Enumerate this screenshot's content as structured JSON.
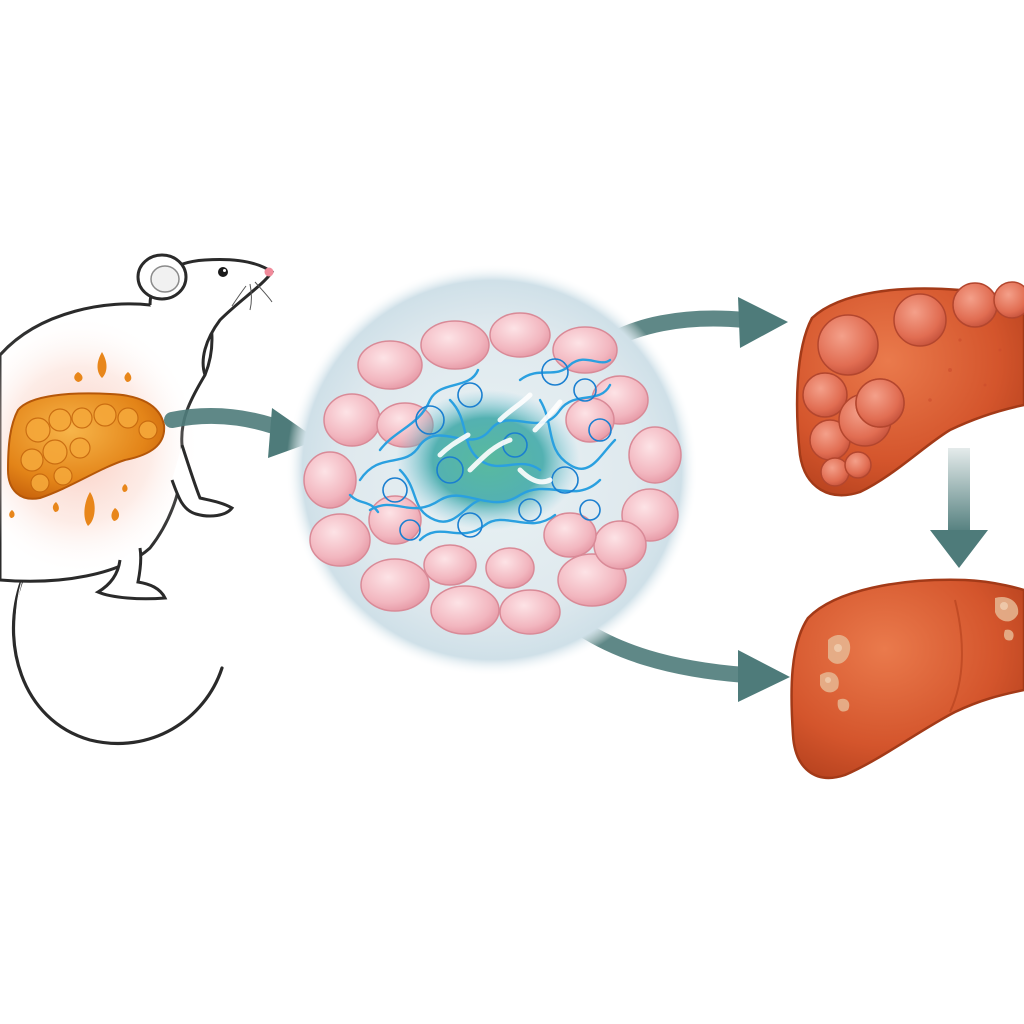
{
  "diagram": {
    "nodes": [
      {
        "id": "mouse",
        "icon": "mouse-with-fatty-liver-icon"
      },
      {
        "id": "cells",
        "icon": "hepatocyte-cluster-with-fibrous-network-icon"
      },
      {
        "id": "nodular-liver",
        "icon": "nodular-liver-icon"
      },
      {
        "id": "scarred-liver",
        "icon": "scarred-liver-icon"
      }
    ],
    "edges": [
      {
        "from": "mouse",
        "to": "cells"
      },
      {
        "from": "cells",
        "to": "nodular-liver"
      },
      {
        "from": "cells",
        "to": "scarred-liver"
      },
      {
        "from": "nodular-liver",
        "to": "scarred-liver"
      }
    ],
    "colors": {
      "arrow": "#4e7b7a",
      "fatty_liver": "#e88a1c",
      "cell": "#f2b6bf",
      "fiber": "#2aa0e0",
      "liver": "#d4552c"
    }
  }
}
